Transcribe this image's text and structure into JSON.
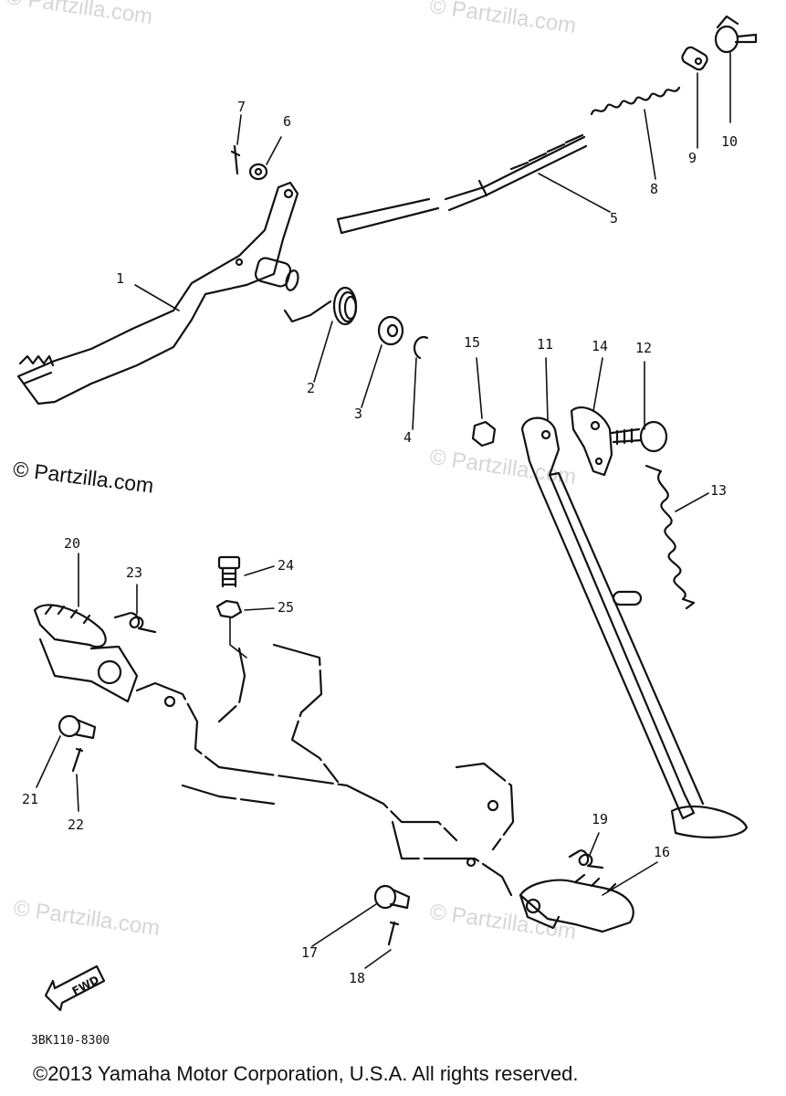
{
  "watermarks": {
    "text": "© Partzilla.com"
  },
  "corner_text": "© Partzilla.com",
  "labels": {
    "p1": "1",
    "p2": "2",
    "p3": "3",
    "p4": "4",
    "p5": "5",
    "p6": "6",
    "p7": "7",
    "p8": "8",
    "p9": "9",
    "p10": "10",
    "p11": "11",
    "p12": "12",
    "p13": "13",
    "p14": "14",
    "p15": "15",
    "p16": "16",
    "p17": "17",
    "p18": "18",
    "p19": "19",
    "p20": "20",
    "p21": "21",
    "p22": "22",
    "p23": "23",
    "p24": "24",
    "p25": "25"
  },
  "fwd_label": "FWD",
  "diagram_code": "3BK110-8300",
  "copyright": "©2013 Yamaha Motor Corporation, U.S.A. All rights reserved."
}
